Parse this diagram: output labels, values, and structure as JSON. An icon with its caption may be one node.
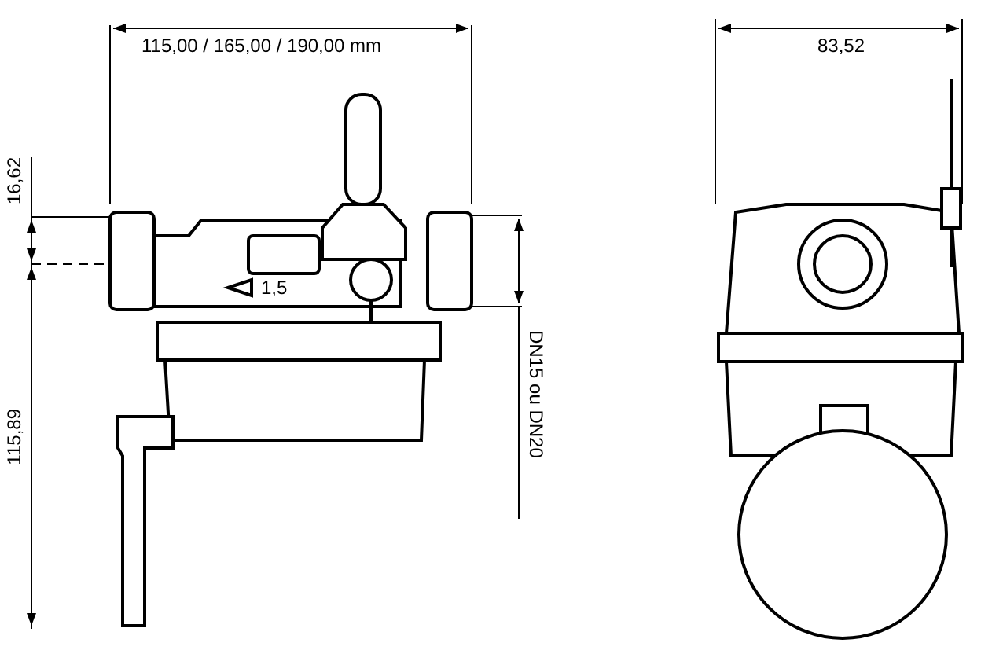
{
  "diagram": {
    "labels": [
      "115,00 / 165,00 / 190,00 mm",
      "83,52",
      "16,62",
      "115,89",
      "DN15 ou DN20",
      "1,5"
    ]
  }
}
